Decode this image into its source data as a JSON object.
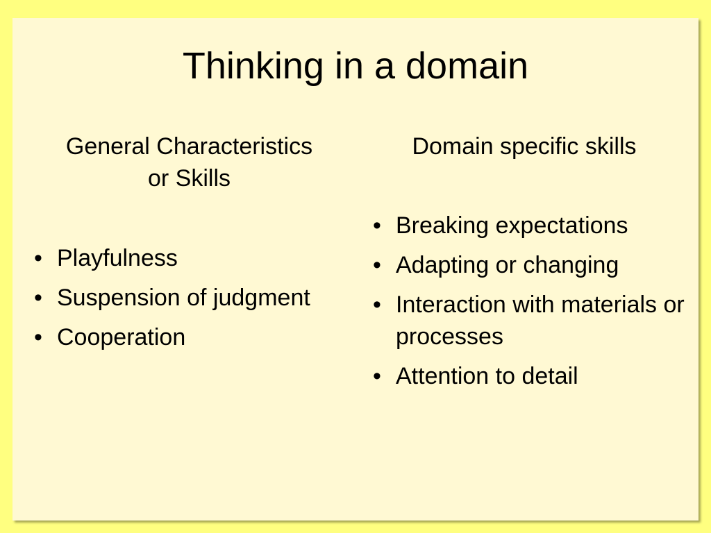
{
  "slide": {
    "title": "Thinking in a domain",
    "left_column": {
      "heading_line1": "General Characteristics",
      "heading_line2": "or Skills",
      "items": [
        "Playfulness",
        "Suspension of judgment",
        "Cooperation"
      ]
    },
    "right_column": {
      "heading": "Domain specific skills",
      "items": [
        "Breaking expectations",
        "Adapting or changing",
        "Interaction with materials or processes",
        "Attention to detail"
      ]
    },
    "bullet_glyph": "•"
  },
  "colors": {
    "background": "#ffff80",
    "slide_background": "#fff9d3",
    "text": "#000000"
  }
}
